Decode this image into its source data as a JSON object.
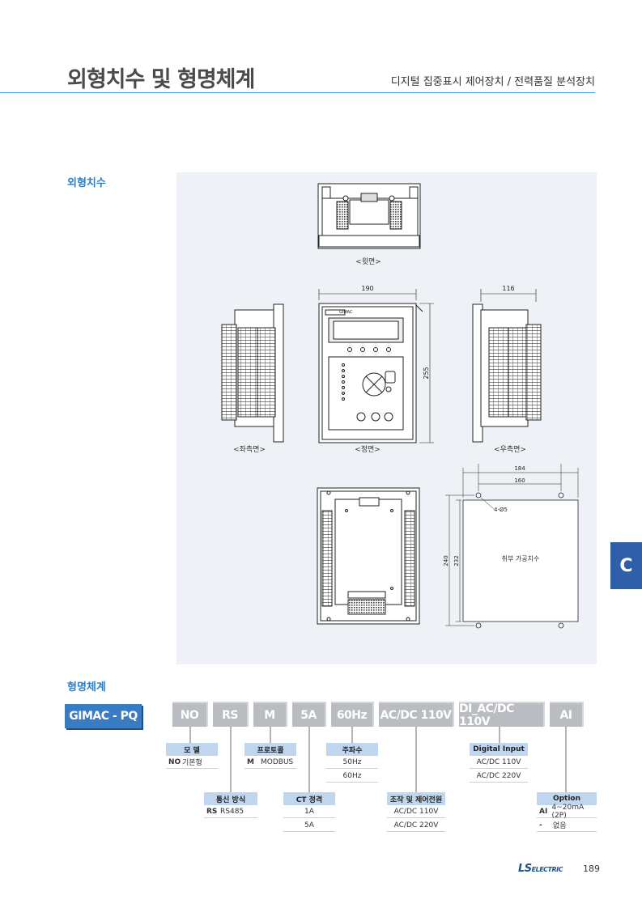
{
  "header": {
    "title": "외형치수 및 형명체계",
    "subtitle": "디지털 집중표시 제어장치 / 전력품질 분석장치"
  },
  "sections": {
    "dimensions": "외형치수",
    "model_system": "형명체계"
  },
  "drawing": {
    "top_view_label": "<윗면>",
    "left_view_label": "<좌측면>",
    "front_view_label": "<정면>",
    "right_view_label": "<우측면>",
    "front_width": "190",
    "front_height": "255",
    "side_depth": "116",
    "cutout_outer_width": "184",
    "cutout_inner_width": "160",
    "cutout_outer_height": "240",
    "cutout_inner_height": "232",
    "hole_spec": "4-Ø5",
    "cutout_label": "취부 가공치수",
    "device_brand": "GIMAC"
  },
  "side_tab": "C",
  "model_code": {
    "model": "GIMAC - PQ",
    "codes": [
      "NO",
      "RS",
      "M",
      "5A",
      "60Hz",
      "AC/DC 110V",
      "DI_AC/DC 110V",
      "AI"
    ]
  },
  "legend": {
    "model": {
      "head": "모 델",
      "rows": [
        {
          "code": "NO",
          "text": "기본형"
        }
      ]
    },
    "protocol": {
      "head": "프로토콜",
      "rows": [
        {
          "code": "M",
          "text": "MODBUS"
        }
      ]
    },
    "frequency": {
      "head": "주파수",
      "rows": [
        "50Hz",
        "60Hz"
      ]
    },
    "digital_input": {
      "head": "Digital Input",
      "rows": [
        "AC/DC 110V",
        "AC/DC 220V"
      ]
    },
    "comm": {
      "head": "통신 방식",
      "rows": [
        {
          "code": "RS",
          "text": "RS485"
        }
      ]
    },
    "ct": {
      "head": "CT 정격",
      "rows": [
        "1A",
        "5A"
      ]
    },
    "power": {
      "head": "조작 및 제어전원",
      "rows": [
        "AC/DC 110V",
        "AC/DC 220V"
      ]
    },
    "option": {
      "head": "Option",
      "rows": [
        {
          "code": "AI",
          "text": "4~20mA (2P)"
        },
        {
          "code": "-",
          "text": "없음"
        }
      ]
    }
  },
  "footer": {
    "logo_main": "LS",
    "logo_sub": "ELECTRIC",
    "page_number": "189"
  }
}
